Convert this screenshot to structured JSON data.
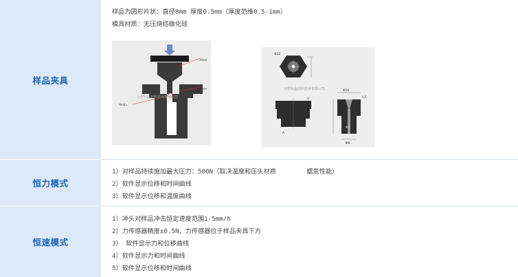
{
  "rows": [
    {
      "label": "样品夹具",
      "lines": [
        "样品为圆形片状：直径8mm 厚度0.5mm（厚度范维0.5-1mm）",
        "模具材质：无压烧结碳化硅"
      ],
      "figure_left": {
        "watermark": "合肥科晶材料技术有限公司",
        "callout_top_right": "8mm",
        "callout_mid_right": "0.5mm",
        "callout_left": "Heat↓"
      },
      "figure_right": {
        "watermark": "合肥科晶材料技术有限公司",
        "dims": [
          "Φ13",
          "Φ8",
          "Φ5",
          "0.5",
          "Φ10",
          "A",
          "A"
        ]
      }
    },
    {
      "label": "恒力模式",
      "lines": [
        "1）对样品持续施加最大压力：500N（取决温度和压头材质        蠕变性能）",
        "2）软件显示位移和时间曲线",
        "3）软件显示位移和温度曲线"
      ]
    },
    {
      "label": "恒速模式",
      "lines": [
        "1）冲头对样品冲击恒定速度范围1-5mm/h",
        "2）力传感器精度±0.5N，力传感器位于样品夹具下方",
        "3） 软件显示力和位移曲线",
        "4）软件显示力和时间曲线",
        "5）软件显示位移和时间曲线"
      ]
    }
  ],
  "colors": {
    "label_bg": "#dce9f8",
    "label_text": "#1f64b4",
    "divider": "#cfe0f3",
    "body_text": "#444444"
  }
}
